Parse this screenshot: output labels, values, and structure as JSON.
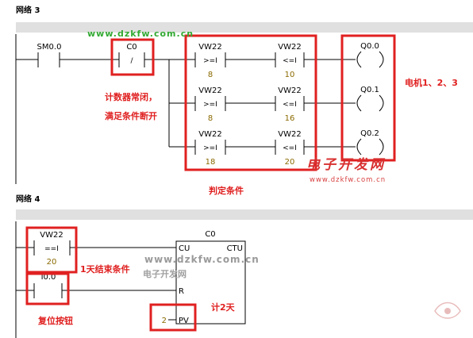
{
  "network3": {
    "title": "网络 3",
    "contacts": [
      {
        "op": "SM0.0"
      },
      {
        "op": "C0",
        "symbol": "/"
      }
    ],
    "compare_rows": [
      {
        "ge_op": "VW22",
        "ge_symbol": ">=I",
        "ge_val": "8",
        "le_op": "VW22",
        "le_symbol": "<=I",
        "le_val": "10",
        "coil": "Q0.0"
      },
      {
        "ge_op": "VW22",
        "ge_symbol": ">=I",
        "ge_val": "8",
        "le_op": "VW22",
        "le_symbol": "<=I",
        "le_val": "16",
        "coil": "Q0.1"
      },
      {
        "ge_op": "VW22",
        "ge_symbol": ">=I",
        "ge_val": "18",
        "le_op": "VW22",
        "le_symbol": "<=I",
        "le_val": "20",
        "coil": "Q0.2"
      }
    ]
  },
  "network4": {
    "title": "网络 4",
    "eq_contact": {
      "op": "VW22",
      "symbol": "==I",
      "val": "20"
    },
    "reset_contact": {
      "op": "I0.0"
    },
    "counter": {
      "name": "C0",
      "cu": "CU",
      "type": "CTU",
      "r": "R",
      "pv_label": "PV",
      "pv_value": "2"
    }
  },
  "annotations": {
    "counter_nc_line1": "计数器常闭，",
    "counter_nc_line2": "满足条件断开",
    "motors": "电机1、2、3",
    "judge": "判定条件",
    "day_end": "1天结束条件",
    "reset_button": "复位按钮",
    "count_days": "计2天"
  },
  "watermarks": {
    "url_top": "www.dzkfw.com.cn",
    "url_mid": "www.dzkfw.com.cn",
    "site_mid": "电子开发网",
    "site_red": "电子开发网",
    "url_red": "www.dzkfw.com.cn"
  },
  "colors": {
    "highlight_box": "#e02020",
    "value_text": "#8a6a00",
    "network_bar": "#e0e0e0"
  }
}
